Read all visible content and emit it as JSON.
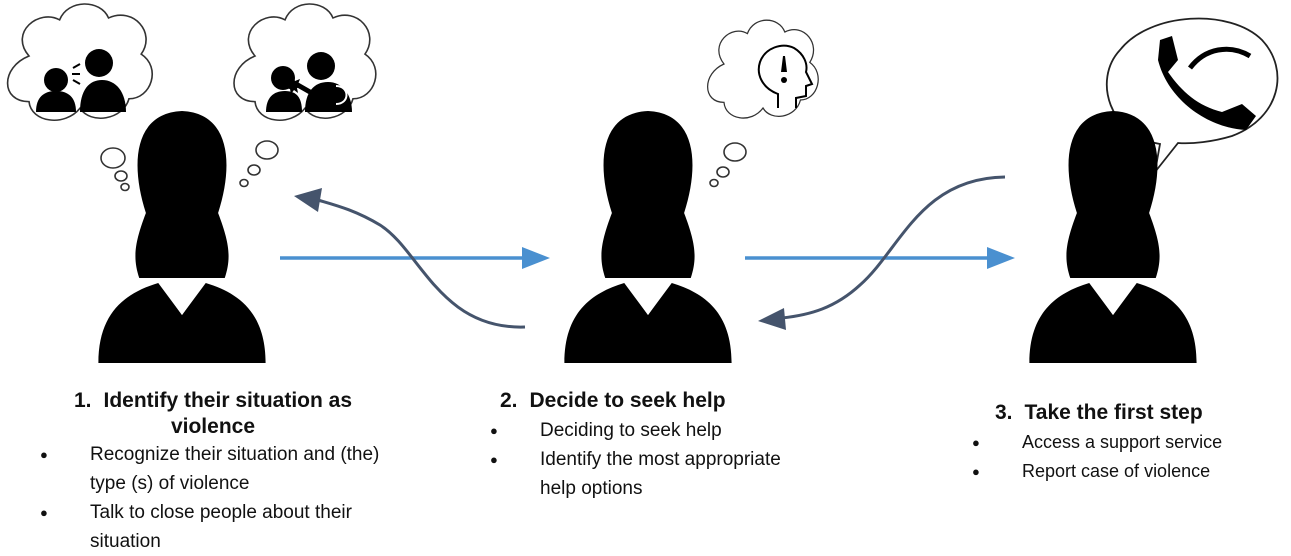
{
  "stages": [
    {
      "number": "1.",
      "title_line1": "Identify their situation as",
      "title_line2": "violence",
      "bullets": [
        "Recognize their situation and (the) type (s) of violence",
        "Talk to close people about their situation"
      ]
    },
    {
      "number": "2.",
      "title": "Decide to seek help",
      "bullets": [
        "Deciding to seek help",
        "Identify the most appropriate help options"
      ]
    },
    {
      "number": "3.",
      "title": "Take the first step",
      "bullets": [
        "Access a support service",
        "Report case of violence"
      ]
    }
  ],
  "bullet_glyph": "●",
  "icons": {
    "person": "woman-silhouette-icon",
    "thought_1": "shouting-at-person-icon",
    "thought_2": "hitting-person-icon",
    "thought_3": "head-exclamation-icon",
    "speech_3": "telephone-handset-icon"
  },
  "colors": {
    "forward_arrow": "#4a90d0",
    "back_arrow": "#45546c",
    "silhouette": "#000000"
  }
}
